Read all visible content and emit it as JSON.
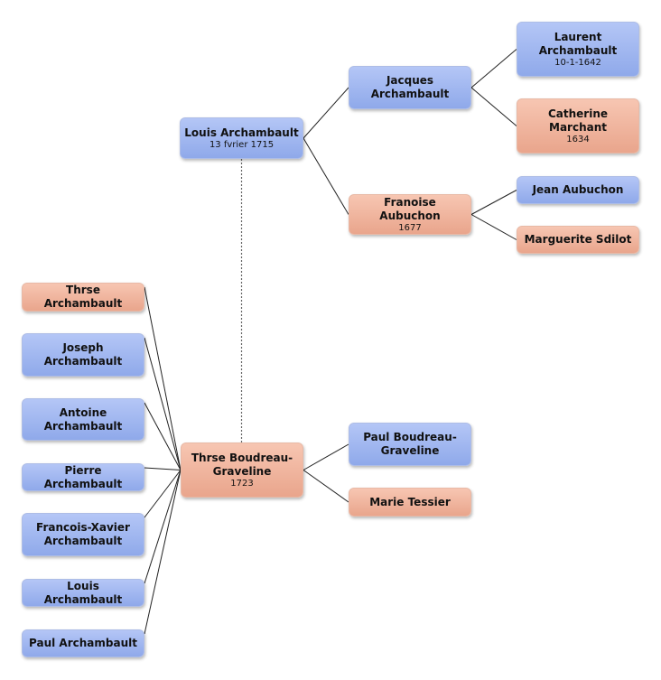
{
  "people": {
    "louis_root": {
      "name": "Louis Archambault",
      "date": "13 fvrier 1715",
      "sex": "male"
    },
    "jacques": {
      "name": "Jacques Archambault",
      "sex": "male"
    },
    "francoise": {
      "name": "Franoise Aubuchon",
      "date": "1677",
      "sex": "female"
    },
    "laurent": {
      "name": "Laurent Archambault",
      "date": "10-1-1642",
      "sex": "male"
    },
    "catherine": {
      "name": "Catherine Marchant",
      "date": "1634",
      "sex": "female"
    },
    "jean": {
      "name": "Jean Aubuchon",
      "sex": "male"
    },
    "marguerite": {
      "name": "Marguerite Sdilot",
      "sex": "female"
    },
    "therese_bg": {
      "name": "Thrse Boudreau-Graveline",
      "date": "1723",
      "sex": "female"
    },
    "paul_bg": {
      "name": "Paul Boudreau-Graveline",
      "sex": "male"
    },
    "marie": {
      "name": "Marie Tessier",
      "sex": "female"
    },
    "therese_a": {
      "name": "Thrse Archambault",
      "sex": "female"
    },
    "joseph": {
      "name": "Joseph Archambault",
      "sex": "male"
    },
    "antoine": {
      "name": "Antoine Archambault",
      "sex": "male"
    },
    "pierre": {
      "name": "Pierre Archambault",
      "sex": "male"
    },
    "francois_xavier": {
      "name": "Francois-Xavier Archambault",
      "sex": "male"
    },
    "louis_child": {
      "name": "Louis Archambault",
      "sex": "male"
    },
    "paul_a": {
      "name": "Paul Archambault",
      "sex": "male"
    }
  },
  "relations": {
    "parents": [
      {
        "child": "louis_root",
        "parents": [
          "jacques",
          "francoise"
        ]
      },
      {
        "child": "jacques",
        "parents": [
          "laurent",
          "catherine"
        ]
      },
      {
        "child": "francoise",
        "parents": [
          "jean",
          "marguerite"
        ]
      },
      {
        "child": "therese_bg",
        "parents": [
          "paul_bg",
          "marie"
        ]
      }
    ],
    "spouses": [
      [
        "louis_root",
        "therese_bg"
      ]
    ],
    "children_of_couple": [
      "therese_a",
      "joseph",
      "antoine",
      "pierre",
      "francois_xavier",
      "louis_child",
      "paul_a"
    ]
  },
  "colors": {
    "male": "#9fb4ef",
    "female": "#f0b49c",
    "line": "#222222"
  }
}
